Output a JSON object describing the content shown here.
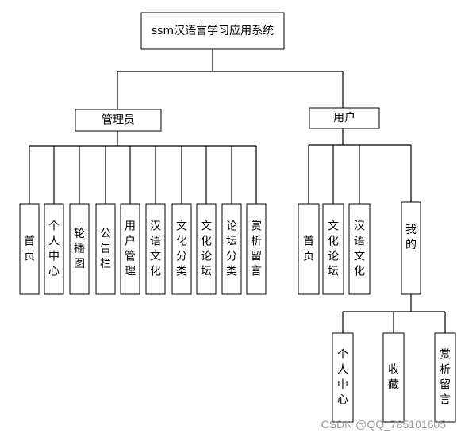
{
  "root": {
    "label": "ssm汉语言学习应用系统"
  },
  "admin": {
    "label": "管理员",
    "children": [
      "首页",
      "个人中心",
      "轮播图",
      "公告栏",
      "用户管理",
      "汉语文化",
      "文化分类",
      "文化论坛",
      "论坛分类",
      "赏析留言"
    ]
  },
  "user": {
    "label": "用户",
    "children": [
      "首页",
      "文化论坛",
      "汉语文化",
      "我的"
    ]
  },
  "mine": {
    "label": "我的",
    "children": [
      "个人中心",
      "收藏",
      "赏析留言"
    ]
  },
  "watermark": "CSDN @QQ_785101605"
}
